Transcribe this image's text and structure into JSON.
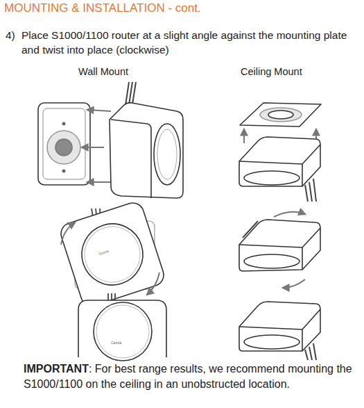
{
  "diagram": {
    "title": "MOUNTING & INSTALLATION - cont.",
    "labels": [
      "4)",
      "Place S1000/1100 router at a slight angle against the mounting plate and twist into place (clockwise)",
      "Wall Mount",
      "Ceiling Mount",
      "Cassia",
      "Cassia",
      "IMPORTANT",
      ": For best range results, we recommend mounting the S1000/1100 on the ceiling in an unobstructed location."
    ]
  }
}
